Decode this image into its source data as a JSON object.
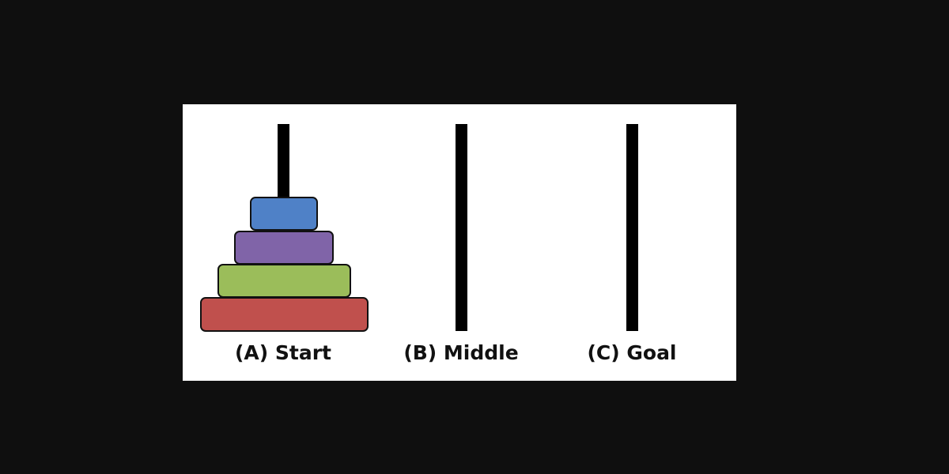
{
  "pegs": [
    {
      "id": "A",
      "label": "(A) Start"
    },
    {
      "id": "B",
      "label": "(B) Middle"
    },
    {
      "id": "C",
      "label": "(C) Goal"
    }
  ],
  "disks": [
    {
      "peg": "A",
      "size": 1,
      "color": "#4f81c7"
    },
    {
      "peg": "A",
      "size": 2,
      "color": "#8064a8"
    },
    {
      "peg": "A",
      "size": 3,
      "color": "#9bbd5a"
    },
    {
      "peg": "A",
      "size": 4,
      "color": "#c0504d"
    }
  ],
  "colors": {
    "background": "#0f0f0f",
    "board": "#ffffff",
    "peg": "#000000"
  }
}
